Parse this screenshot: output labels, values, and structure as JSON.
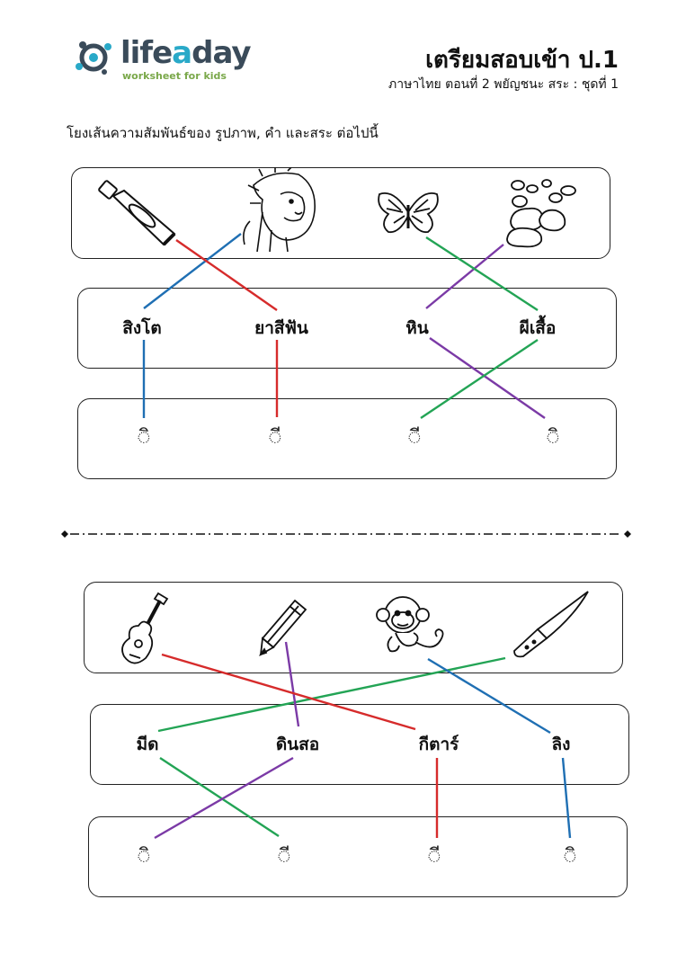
{
  "header": {
    "logo_main": "lifeaday",
    "logo_sub": "worksheet for kids",
    "title": "เตรียมสอบเข้า ป.1",
    "subtitle": "ภาษาไทย ตอนที่ 2 พยัญชนะ สระ : ชุดที่ 1"
  },
  "instruction": "โยงเส้นความสัมพันธ์ของ รูปภาพ, คำ และสระ ต่อไปนี้",
  "exercise1": {
    "pictures": [
      "toothpaste-icon",
      "lion-icon",
      "butterfly-icon",
      "rocks-icon"
    ],
    "words": [
      "สิงโต",
      "ยาสีฟัน",
      "หิน",
      "ผีเสื้อ"
    ],
    "vowels": [
      "ิ",
      "ี",
      "ี",
      "ิ"
    ],
    "line_colors": [
      "#1f6fb3",
      "#d62b2b",
      "#7b3aa6",
      "#23a455"
    ]
  },
  "exercise2": {
    "pictures": [
      "guitar-icon",
      "pencil-icon",
      "monkey-icon",
      "knife-icon"
    ],
    "words": [
      "มีด",
      "ดินสอ",
      "กีตาร์",
      "ลิง"
    ],
    "vowels": [
      "ิ",
      "ี",
      "ี",
      "ิ"
    ],
    "line_colors": [
      "#23a455",
      "#7b3aa6",
      "#d62b2b",
      "#1f6fb3"
    ]
  }
}
